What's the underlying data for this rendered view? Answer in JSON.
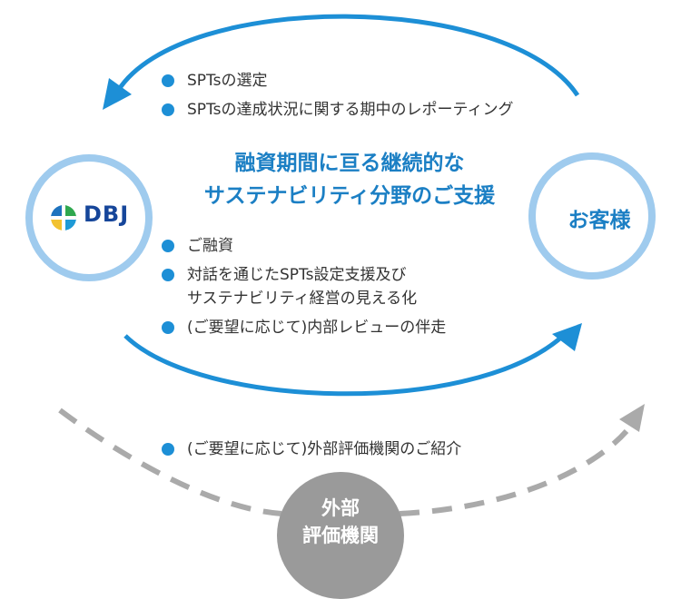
{
  "top_bullets": [
    {
      "lines": [
        "SPTsの選定"
      ]
    },
    {
      "lines": [
        "SPTsの達成状況に関する期中のレポーティング"
      ]
    }
  ],
  "headline": {
    "line1": "融資期間に亘る継続的な",
    "line2": "サステナビリティ分野のご支援"
  },
  "middle_bullets": [
    {
      "lines": [
        "ご融資"
      ]
    },
    {
      "lines": [
        "対話を通じたSPTs設定支援及び",
        "サステナビリティ経営の見える化"
      ]
    },
    {
      "lines": [
        "(ご要望に応じて)内部レビューの伴走"
      ]
    }
  ],
  "bottom_bullets": [
    {
      "lines": [
        "(ご要望に応じて)外部評価機関のご紹介"
      ]
    }
  ],
  "nodes": {
    "dbj": {
      "label": "DBJ"
    },
    "customer": {
      "label": "お客様"
    },
    "external": {
      "line1": "外部",
      "line2": "評価機関"
    }
  },
  "colors": {
    "arrow_blue": "#1d8fd6",
    "circle_ring": "#9fcbee",
    "headline_blue": "#1b7fc4",
    "dbj_navy": "#16469a",
    "external_gray": "#9a9a9a",
    "dashed_gray": "#aaaaaa"
  },
  "icons": {
    "bullet": "blue-dot",
    "dbj_logo": "dbj-logo-globe"
  }
}
